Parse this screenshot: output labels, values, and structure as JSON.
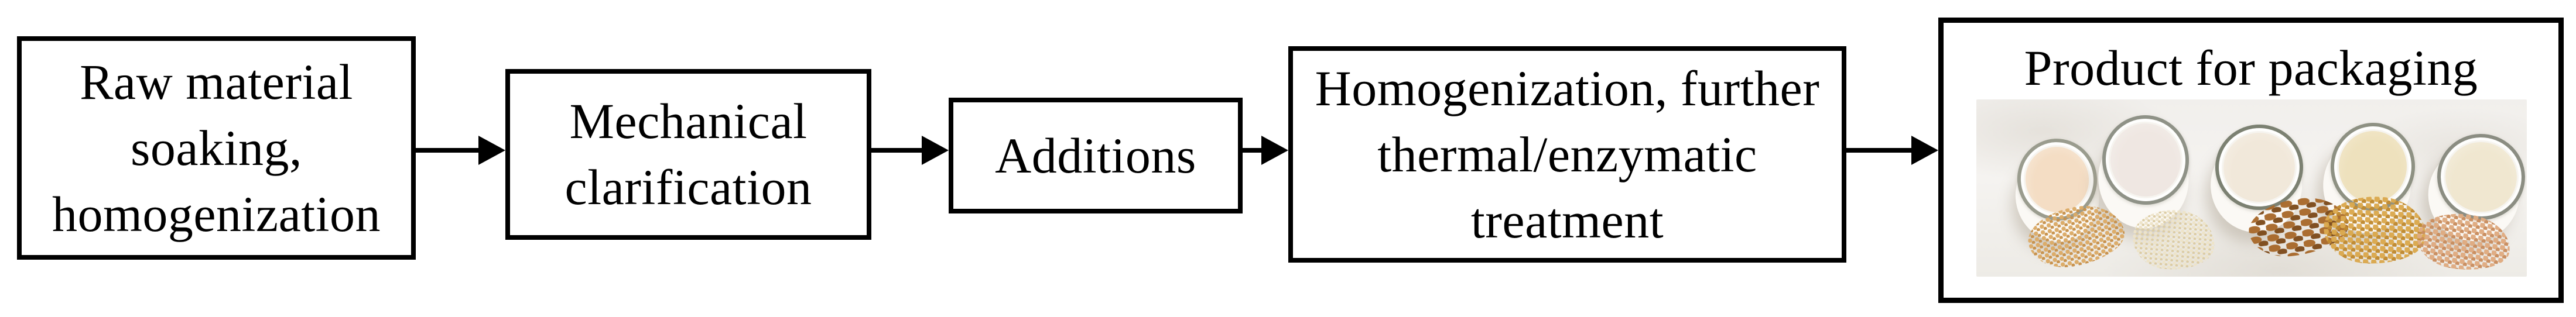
{
  "figure": {
    "type": "process-flowchart",
    "flow_boxes": [
      {
        "id": "raw-material",
        "label": "Raw material\nsoaking,\nhomogenization"
      },
      {
        "id": "mechanical-clarification",
        "label": "Mechanical\nclarification"
      },
      {
        "id": "additions",
        "label": "Additions"
      },
      {
        "id": "homogenization-treatment",
        "label": "Homogenization, further\nthermal/enzymatic\ntreatment"
      }
    ],
    "connections": [
      {
        "from": "raw-material",
        "to": "mechanical-clarification"
      },
      {
        "from": "mechanical-clarification",
        "to": "additions"
      },
      {
        "from": "additions",
        "to": "homogenization-treatment"
      },
      {
        "from": "homogenization-treatment",
        "to": "product-for-packaging"
      }
    ],
    "product_box": {
      "id": "product-for-packaging",
      "title": "Product for packaging",
      "photo": {
        "description": "Top view of five glasses of plant-based milks, each with a pile of its source ingredient on a white cloth",
        "background_color": "#f1efec",
        "glasses": [
          {
            "name": "oat-milk-glass",
            "milk": "oat milk",
            "milk_color": "#f4ddc4",
            "milk_edge_color": "#f8ecdd",
            "rim_color": "#9a9c8e",
            "ingredient": "oat flakes",
            "ingredient_color": "#dcab67",
            "ingredient_color_dark": "#c7914b"
          },
          {
            "name": "rice-milk-glass",
            "milk": "rice milk",
            "milk_color": "#efe7e2",
            "milk_edge_color": "#f5f1ed",
            "rim_color": "#8f9287",
            "ingredient": "rice grains",
            "ingredient_color": "#eee4c9",
            "ingredient_color_dark": "#dccca3"
          },
          {
            "name": "almond-milk-glass",
            "milk": "almond milk",
            "milk_color": "#f1e8da",
            "milk_edge_color": "#f7f1e8",
            "rim_color": "#7c8172",
            "ingredient": "almonds",
            "ingredient_color": "#a96a2c",
            "ingredient_color_dark": "#7e4c1c"
          },
          {
            "name": "soy-milk-glass",
            "milk": "soy milk",
            "milk_color": "#eee1bd",
            "milk_edge_color": "#f3ead0",
            "rim_color": "#8e9183",
            "ingredient": "soybeans",
            "ingredient_color": "#dba94e",
            "ingredient_color_dark": "#c08a30"
          },
          {
            "name": "nut-milk-glass",
            "milk": "nut milk",
            "milk_color": "#f0e7d0",
            "milk_edge_color": "#f5f0e1",
            "rim_color": "#8b8d82",
            "ingredient": "chopped nuts",
            "ingredient_color": "#dfab81",
            "ingredient_color_dark": "#c98d5e"
          }
        ]
      }
    },
    "colors": {
      "background": "#ffffff",
      "border": "#000000",
      "arrow": "#000000",
      "text": "#000000"
    }
  }
}
